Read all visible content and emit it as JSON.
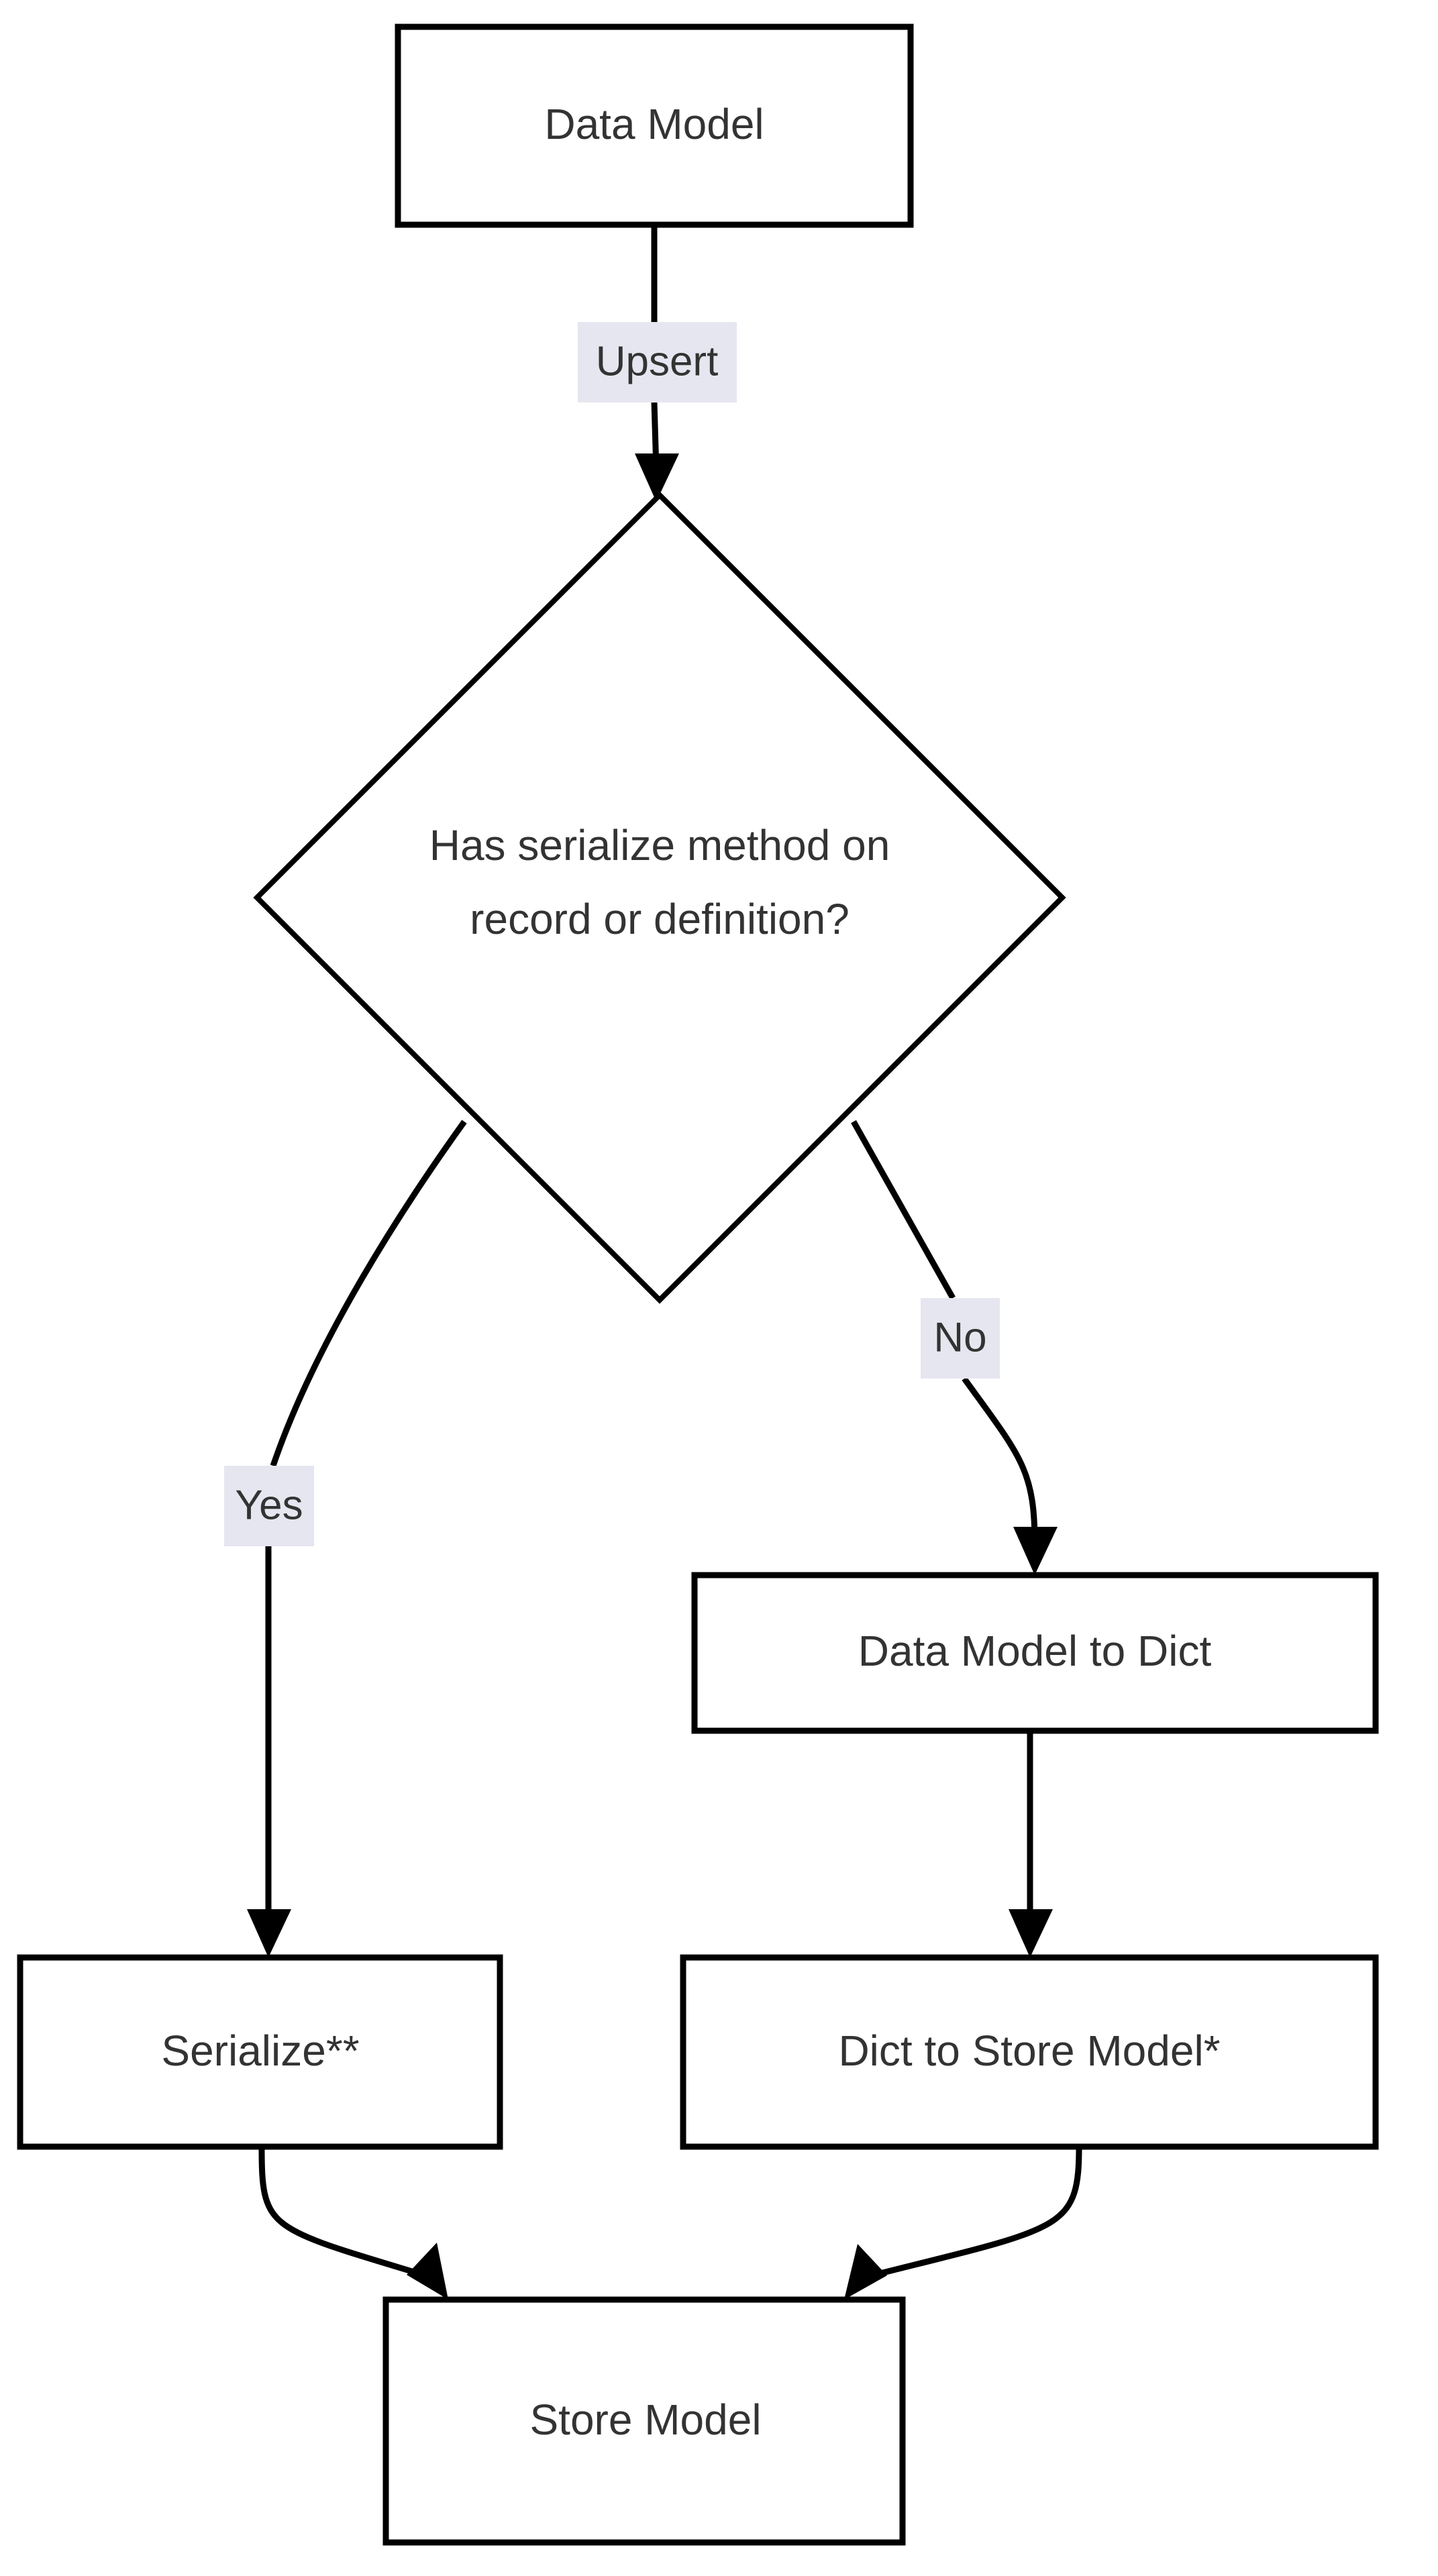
{
  "diagram": {
    "type": "flowchart",
    "orientation": "top-to-bottom",
    "background_color": "#FFFFFF",
    "node_fill_color": "#FFFFFF",
    "node_border_color": "#000000",
    "text_color": "#333333",
    "edge_label_background_color": "#E6E6F0",
    "nodes": [
      {
        "id": "data-model",
        "shape": "rectangle",
        "label": "Data Model"
      },
      {
        "id": "decision",
        "shape": "diamond",
        "label_line1": "Has serialize method on",
        "label_line2": "record or definition?"
      },
      {
        "id": "data-model-to-dict",
        "shape": "rectangle",
        "label": "Data Model to Dict"
      },
      {
        "id": "serialize",
        "shape": "rectangle",
        "label": "Serialize**"
      },
      {
        "id": "dict-to-store-model",
        "shape": "rectangle",
        "label": "Dict to Store Model*"
      },
      {
        "id": "store-model",
        "shape": "rectangle",
        "label": "Store Model"
      }
    ],
    "edges": [
      {
        "from": "data-model",
        "to": "decision",
        "label": "Upsert"
      },
      {
        "from": "decision",
        "to": "serialize",
        "label": "Yes"
      },
      {
        "from": "decision",
        "to": "data-model-to-dict",
        "label": "No"
      },
      {
        "from": "data-model-to-dict",
        "to": "dict-to-store-model",
        "label": ""
      },
      {
        "from": "serialize",
        "to": "store-model",
        "label": ""
      },
      {
        "from": "dict-to-store-model",
        "to": "store-model",
        "label": ""
      }
    ]
  }
}
